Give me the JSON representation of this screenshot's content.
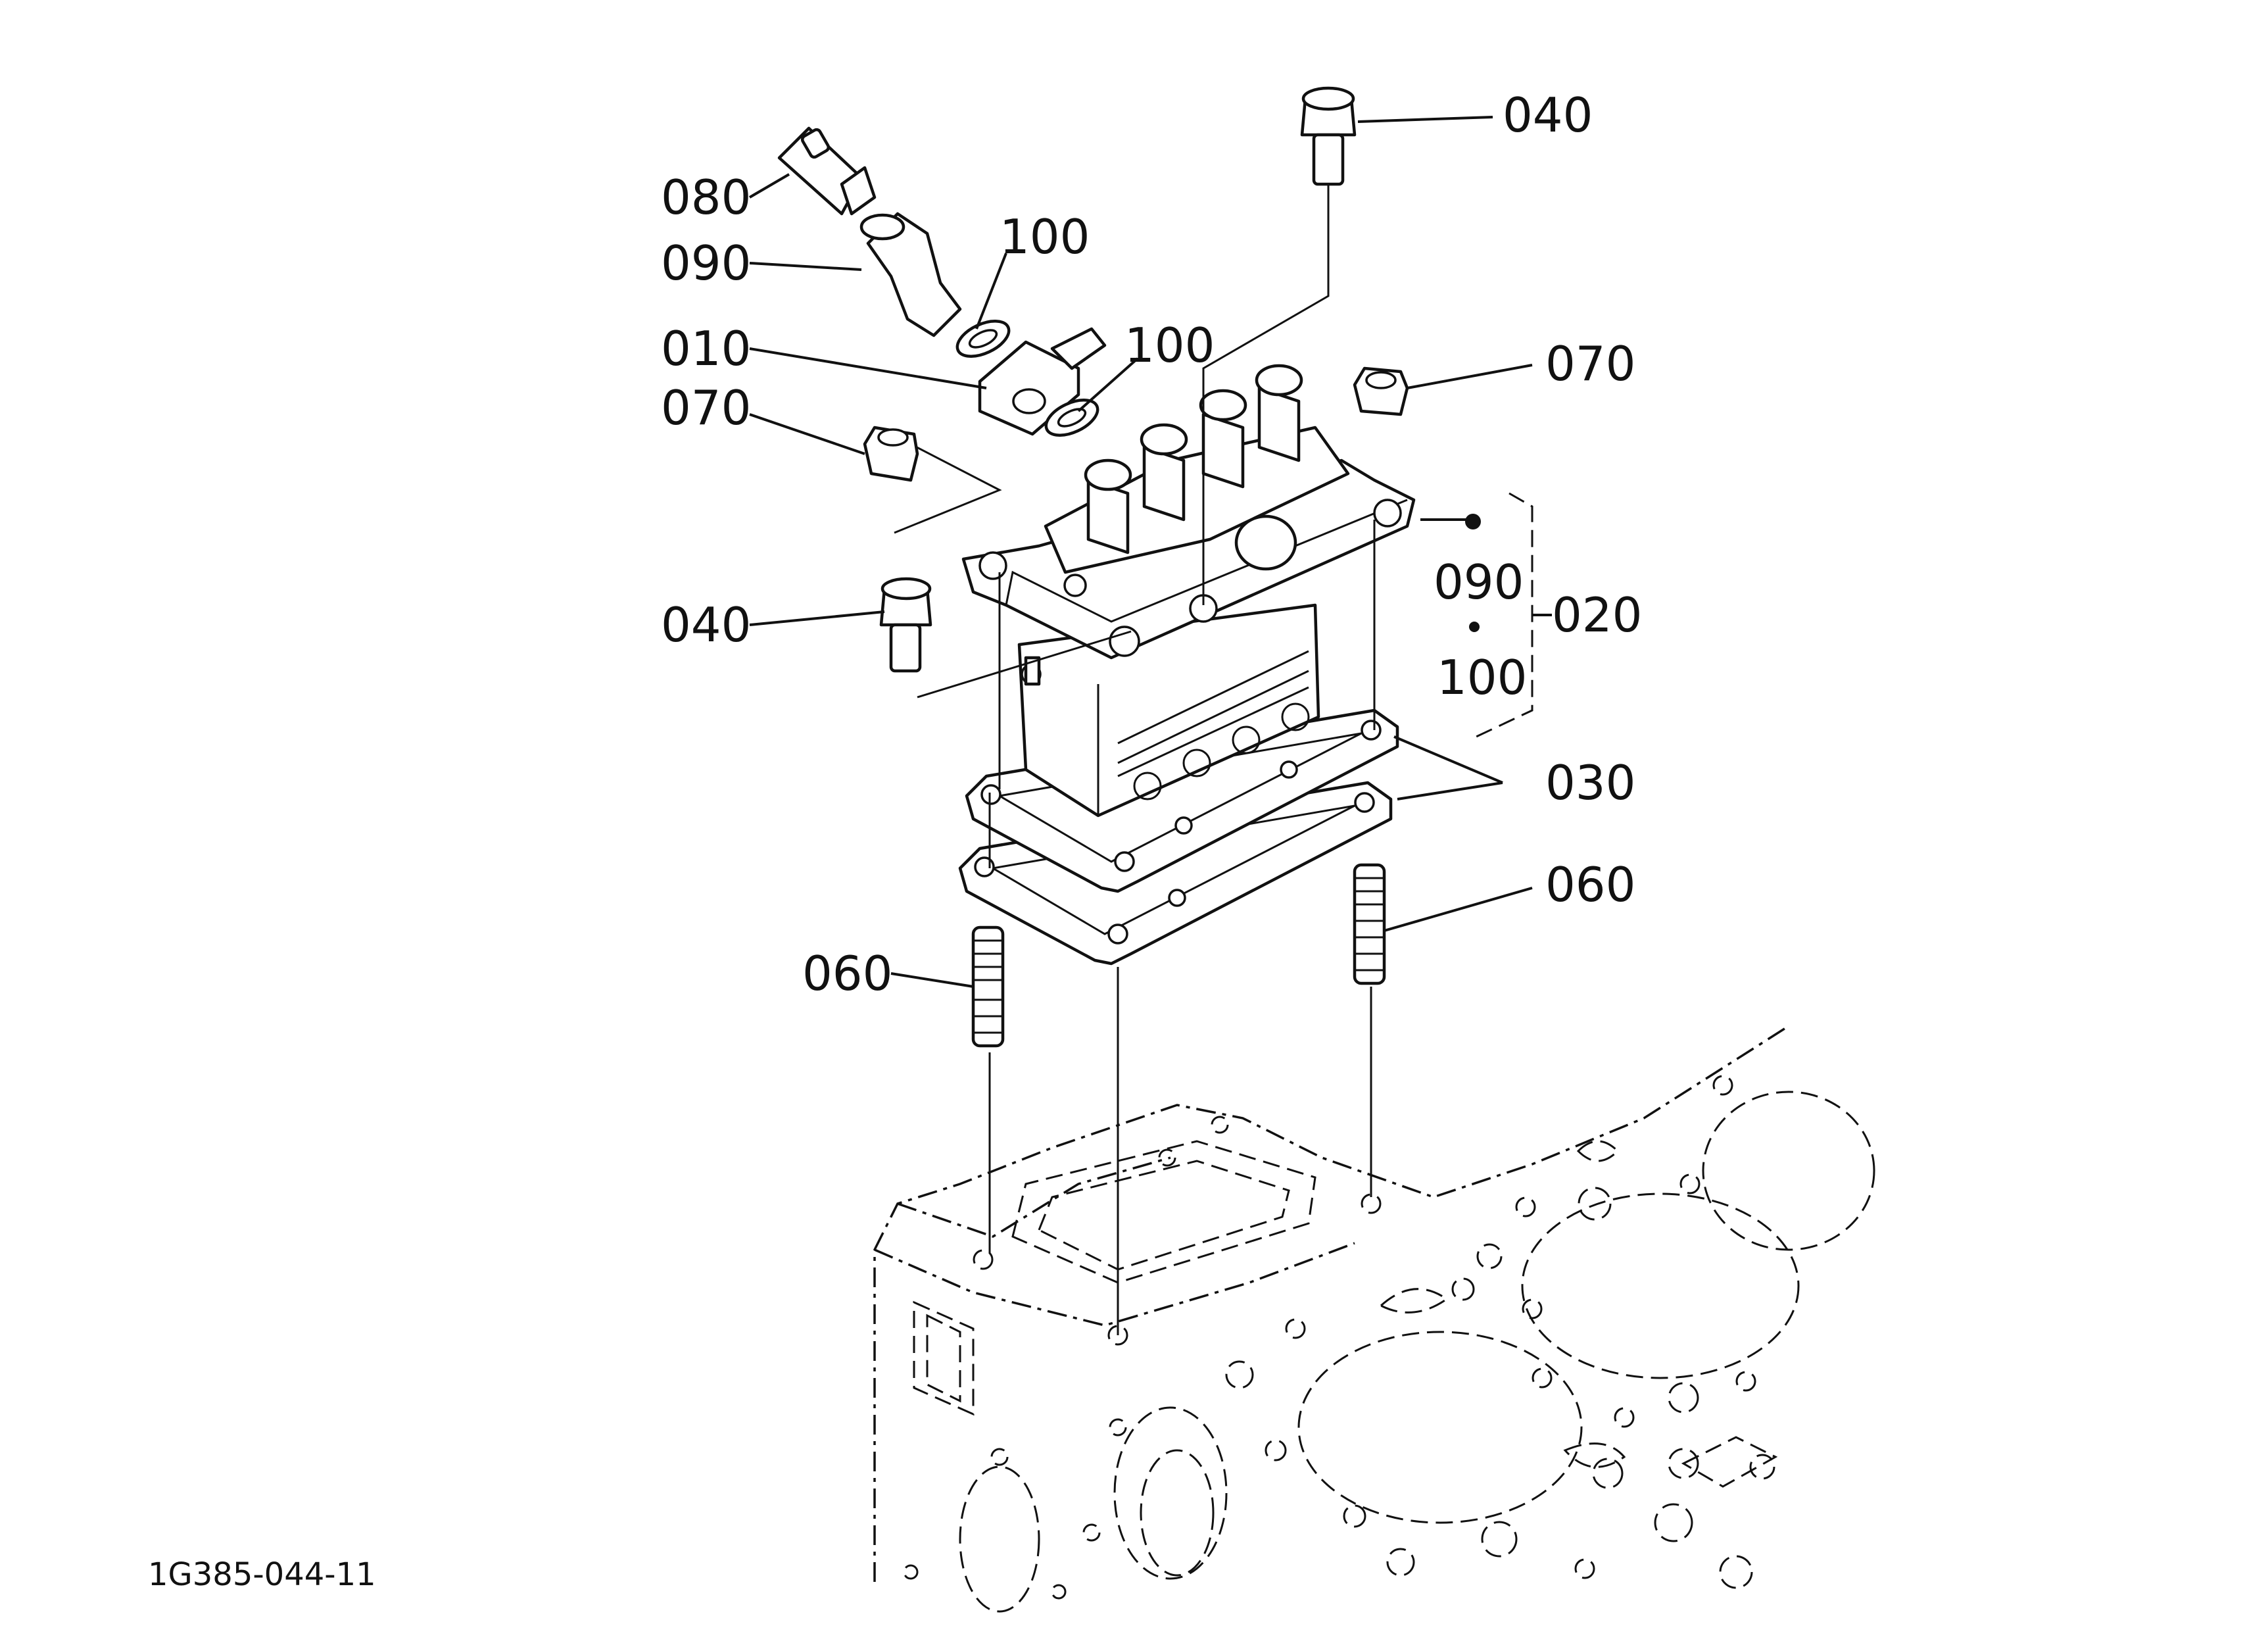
{
  "callouts": {
    "p080": "080",
    "p090a": "090",
    "p100a": "100",
    "p010": "010",
    "p100b": "100",
    "p070a": "070",
    "p040a": "040",
    "p070b": "070",
    "p040b": "040",
    "p090b": "090",
    "p100c": "100",
    "p020": "020",
    "p030": "030",
    "p060a": "060",
    "p060b": "060"
  },
  "drawing_code": "1G385-044-11"
}
